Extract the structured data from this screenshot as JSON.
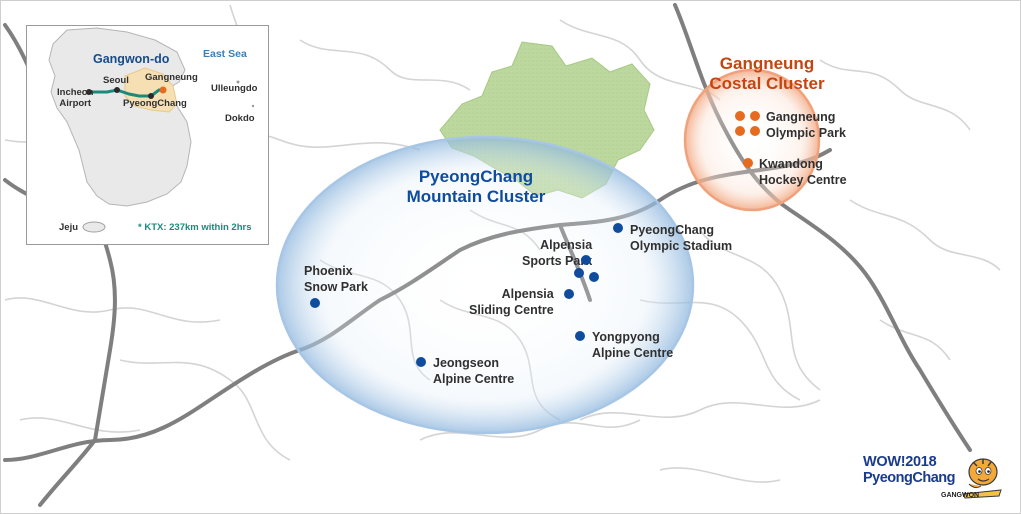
{
  "map": {
    "clusters": {
      "mountain": {
        "line1": "PyeongChang",
        "line2": "Mountain Cluster"
      },
      "coastal": {
        "line1": "Gangneung",
        "line2": "Costal Cluster"
      }
    },
    "venues": {
      "olympic_stadium": {
        "line1": "PyeongChang",
        "line2": "Olympic Stadium"
      },
      "sports_park": {
        "line1": "Alpensia",
        "line2": "Sports Park"
      },
      "sliding": {
        "line1": "Alpensia",
        "line2": "Sliding Centre"
      },
      "yongpyong": {
        "line1": "Yongpyong",
        "line2": "Alpine Centre"
      },
      "jeongseon": {
        "line1": "Jeongseon",
        "line2": "Alpine Centre"
      },
      "phoenix": {
        "line1": "Phoenix",
        "line2": "Snow Park"
      },
      "gangneung_park": {
        "line1": "Gangneung",
        "line2": "Olympic Park"
      },
      "kwandong": {
        "line1": "Kwandong",
        "line2": "Hockey Centre"
      }
    },
    "colors": {
      "mountain_cluster": "#0f4c9c",
      "coastal_cluster": "#c8440e",
      "venue_mountain": "#0f4c9c",
      "venue_coastal": "#e66a1f",
      "region_fill": "#b9d79a",
      "rail": "#808080"
    }
  },
  "inset": {
    "region": "Gangwon-do",
    "sea": "East Sea",
    "cities": {
      "seoul": "Seoul",
      "incheon_line1": "Incheon",
      "incheon_line2": "Airport",
      "gangneung": "Gangneung",
      "pyeongchang": "PyeongChang",
      "ulleungdo": "Ulleungdo",
      "dokdo": "Dokdo",
      "jeju": "Jeju"
    },
    "ktx_note": "* KTX: 237km within 2hrs"
  },
  "logo": {
    "line1": "WOW!2018",
    "line2": "PyeongChang",
    "sub": "GANGWON",
    "mascot_icon": "tiger-mascot-icon"
  }
}
